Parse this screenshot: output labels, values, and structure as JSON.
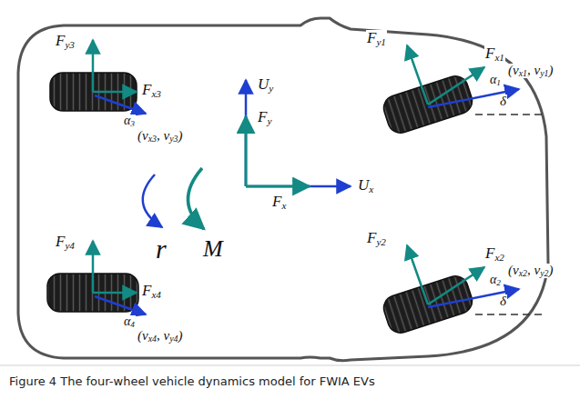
{
  "diagram": {
    "caption": "Figure 4 The four-wheel vehicle dynamics model for FWIA EVs",
    "labels": [
      "Fy3",
      "Fx3",
      "α3",
      "(vx3, vy3)",
      "Fy1",
      "Fx1",
      "α1",
      "δ",
      "(vx1, vy1)",
      "Uy",
      "Fy",
      "Fx",
      "Ux",
      "r",
      "M",
      "Fy4",
      "Fx4",
      "α4",
      "(vx4, vy4)",
      "Fy2",
      "Fx2",
      "α2",
      "δ",
      "(vx2, vy2)"
    ]
  }
}
